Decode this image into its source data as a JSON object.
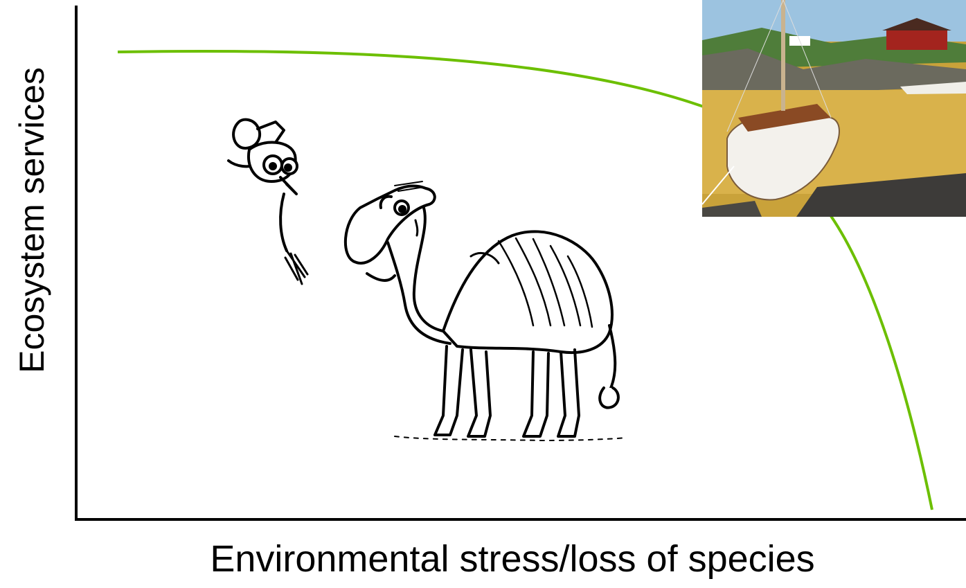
{
  "diagram": {
    "y_axis_label": "Ecosystem services",
    "x_axis_label": "Environmental stress/loss of species",
    "curve_color": "#6cbf00",
    "axis_color": "#000000",
    "curve_shape": "flat-then-sharp-decline",
    "illustrations": [
      {
        "name": "cartoon-bird-and-camel",
        "description_kind": "line-art"
      },
      {
        "name": "sailboat-photo",
        "description_kind": "photograph"
      }
    ]
  }
}
